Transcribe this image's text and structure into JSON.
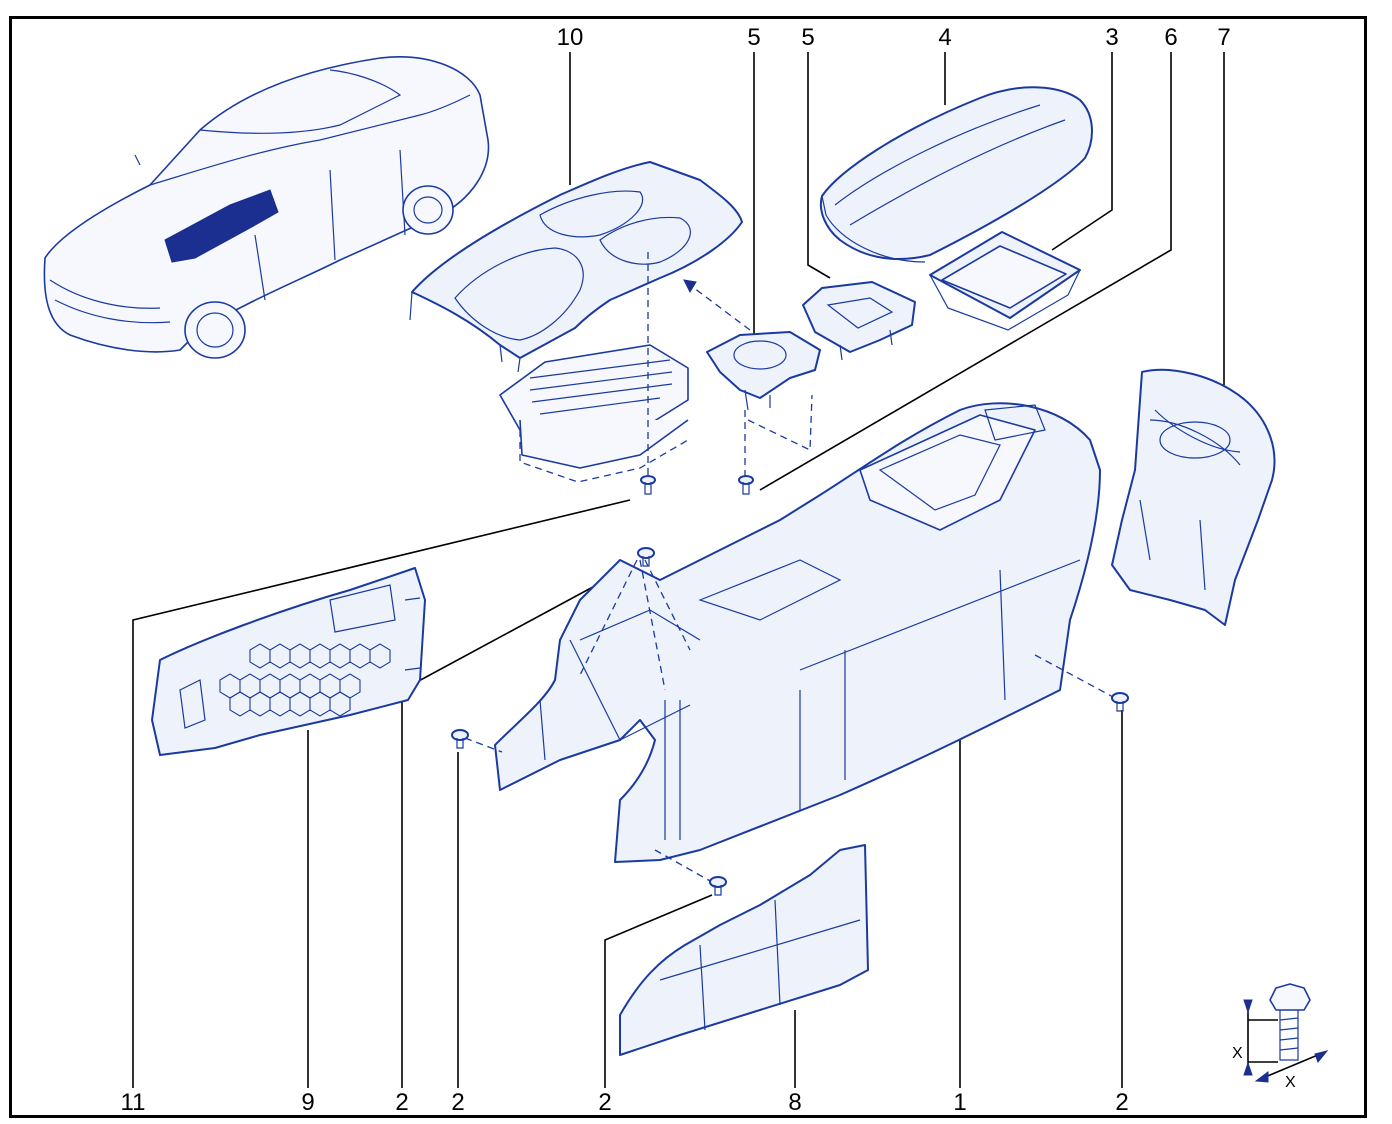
{
  "diagram": {
    "callouts": [
      {
        "id": "c10",
        "label": "10"
      },
      {
        "id": "c5a",
        "label": "5"
      },
      {
        "id": "c5b",
        "label": "5"
      },
      {
        "id": "c4",
        "label": "4"
      },
      {
        "id": "c3",
        "label": "3"
      },
      {
        "id": "c6",
        "label": "6"
      },
      {
        "id": "c7",
        "label": "7"
      },
      {
        "id": "c11",
        "label": "11"
      },
      {
        "id": "c9",
        "label": "9"
      },
      {
        "id": "c2a",
        "label": "2"
      },
      {
        "id": "c2b",
        "label": "2"
      },
      {
        "id": "c2c",
        "label": "2"
      },
      {
        "id": "c8",
        "label": "8"
      },
      {
        "id": "c1",
        "label": "1"
      },
      {
        "id": "c2d",
        "label": "2"
      }
    ],
    "torque_symbol": {
      "x_label_a": "X",
      "x_label_b": "X"
    }
  },
  "colors": {
    "line": "#1a3aa0",
    "fill": "#eef2fa",
    "dark": "#1a2f8f",
    "frame": "#000000"
  }
}
